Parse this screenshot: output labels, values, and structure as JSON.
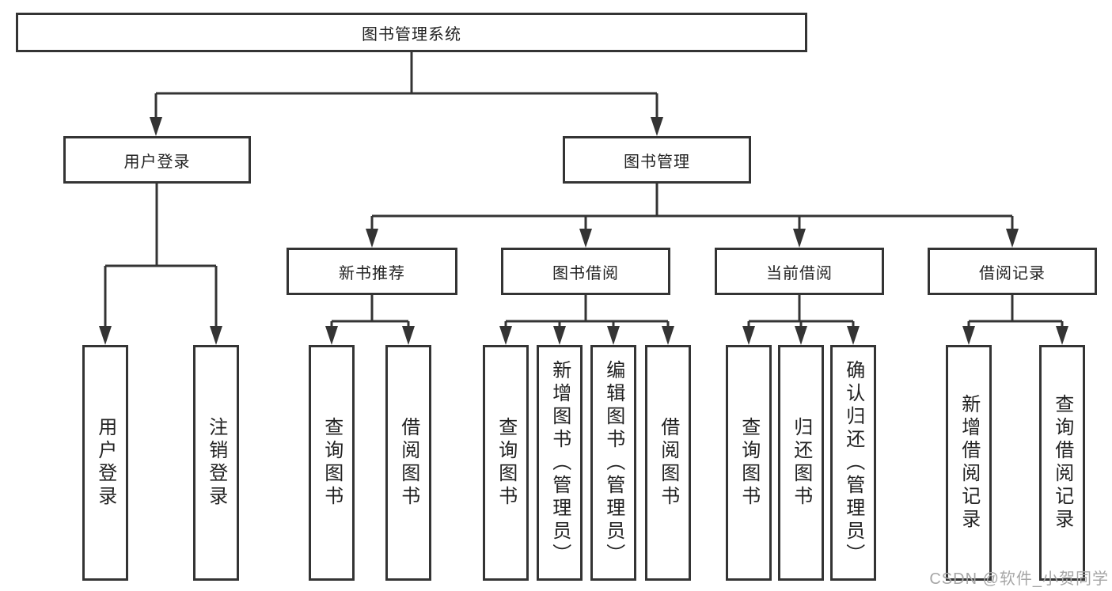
{
  "diagram": {
    "type": "hierarchy-tree",
    "tree": {
      "root": {
        "label": "图书管理系统",
        "children": [
          {
            "label": "用户登录",
            "children": [
              {
                "label": "用户登录"
              },
              {
                "label": "注销登录"
              }
            ]
          },
          {
            "label": "图书管理",
            "children": [
              {
                "label": "新书推荐",
                "children": [
                  {
                    "label": "查询图书"
                  },
                  {
                    "label": "借阅图书"
                  }
                ]
              },
              {
                "label": "图书借阅",
                "children": [
                  {
                    "label": "查询图书"
                  },
                  {
                    "label": "新增图书（管理员）"
                  },
                  {
                    "label": "编辑图书（管理员）"
                  },
                  {
                    "label": "借阅图书"
                  }
                ]
              },
              {
                "label": "当前借阅",
                "children": [
                  {
                    "label": "查询图书"
                  },
                  {
                    "label": "归还图书"
                  },
                  {
                    "label": "确认归还（管理员）"
                  }
                ]
              },
              {
                "label": "借阅记录",
                "children": [
                  {
                    "label": "新增借阅记录"
                  },
                  {
                    "label": "查询借阅记录"
                  }
                ]
              }
            ]
          }
        ]
      }
    },
    "colors": {
      "line": "#343434",
      "box_border": "#343434",
      "text": "#222222",
      "background": "#ffffff",
      "watermark": "#a6a6a6"
    }
  },
  "watermark": {
    "text": "CSDN @软件_小贺同学"
  }
}
